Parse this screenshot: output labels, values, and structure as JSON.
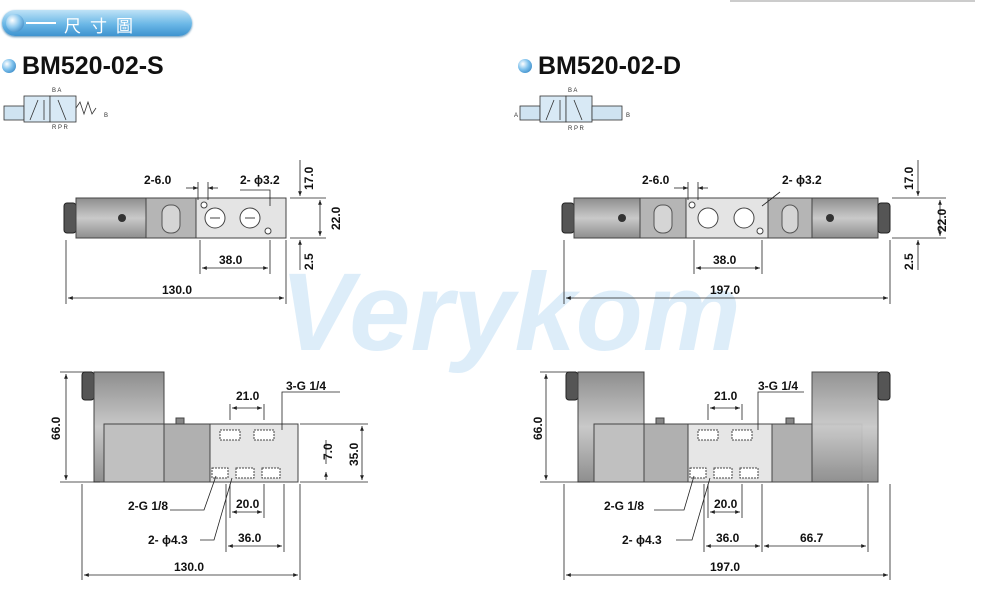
{
  "header": {
    "tab_label": "尺寸圖"
  },
  "left": {
    "model": "BM520-02-S",
    "symbol_ports_top": "B  A",
    "symbol_ports_bottom": "R P R",
    "symbol_end": "B",
    "top_view": {
      "d1": "2-6.0",
      "d2": "2- ϕ3.2",
      "d3": "38.0",
      "d4": "130.0",
      "d5": "17.0",
      "d6": "22.0",
      "d7": "2.5"
    },
    "side_view": {
      "d1": "21.0",
      "d2": "3-G 1/4",
      "d3": "2-G 1/8",
      "d4": "20.0",
      "d5": "2- ϕ4.3",
      "d6": "36.0",
      "d7": "130.0",
      "d8": "66.0",
      "d9": "7.0",
      "d10": "35.0"
    }
  },
  "right": {
    "model": "BM520-02-D",
    "symbol_ports_top": "B  A",
    "symbol_ports_bottom": "R P R",
    "symbol_end_left": "A",
    "symbol_end_right": "B",
    "top_view": {
      "d1": "2-6.0",
      "d2": "2- ϕ3.2",
      "d3": "38.0",
      "d4": "197.0",
      "d5": "17.0",
      "d6": "22.0",
      "d7": "2.5"
    },
    "side_view": {
      "d1": "21.0",
      "d2": "3-G 1/4",
      "d3": "2-G 1/8",
      "d4": "20.0",
      "d5": "2- ϕ4.3",
      "d6": "36.0",
      "d7": "66.7",
      "d8": "197.0",
      "d9": "66.0"
    }
  },
  "watermark": "Verykom",
  "colors": {
    "body": "#bdbdbd",
    "body_dark": "#9a9a9a",
    "block": "#e6e6e6",
    "accent": "#4a9fd8"
  }
}
